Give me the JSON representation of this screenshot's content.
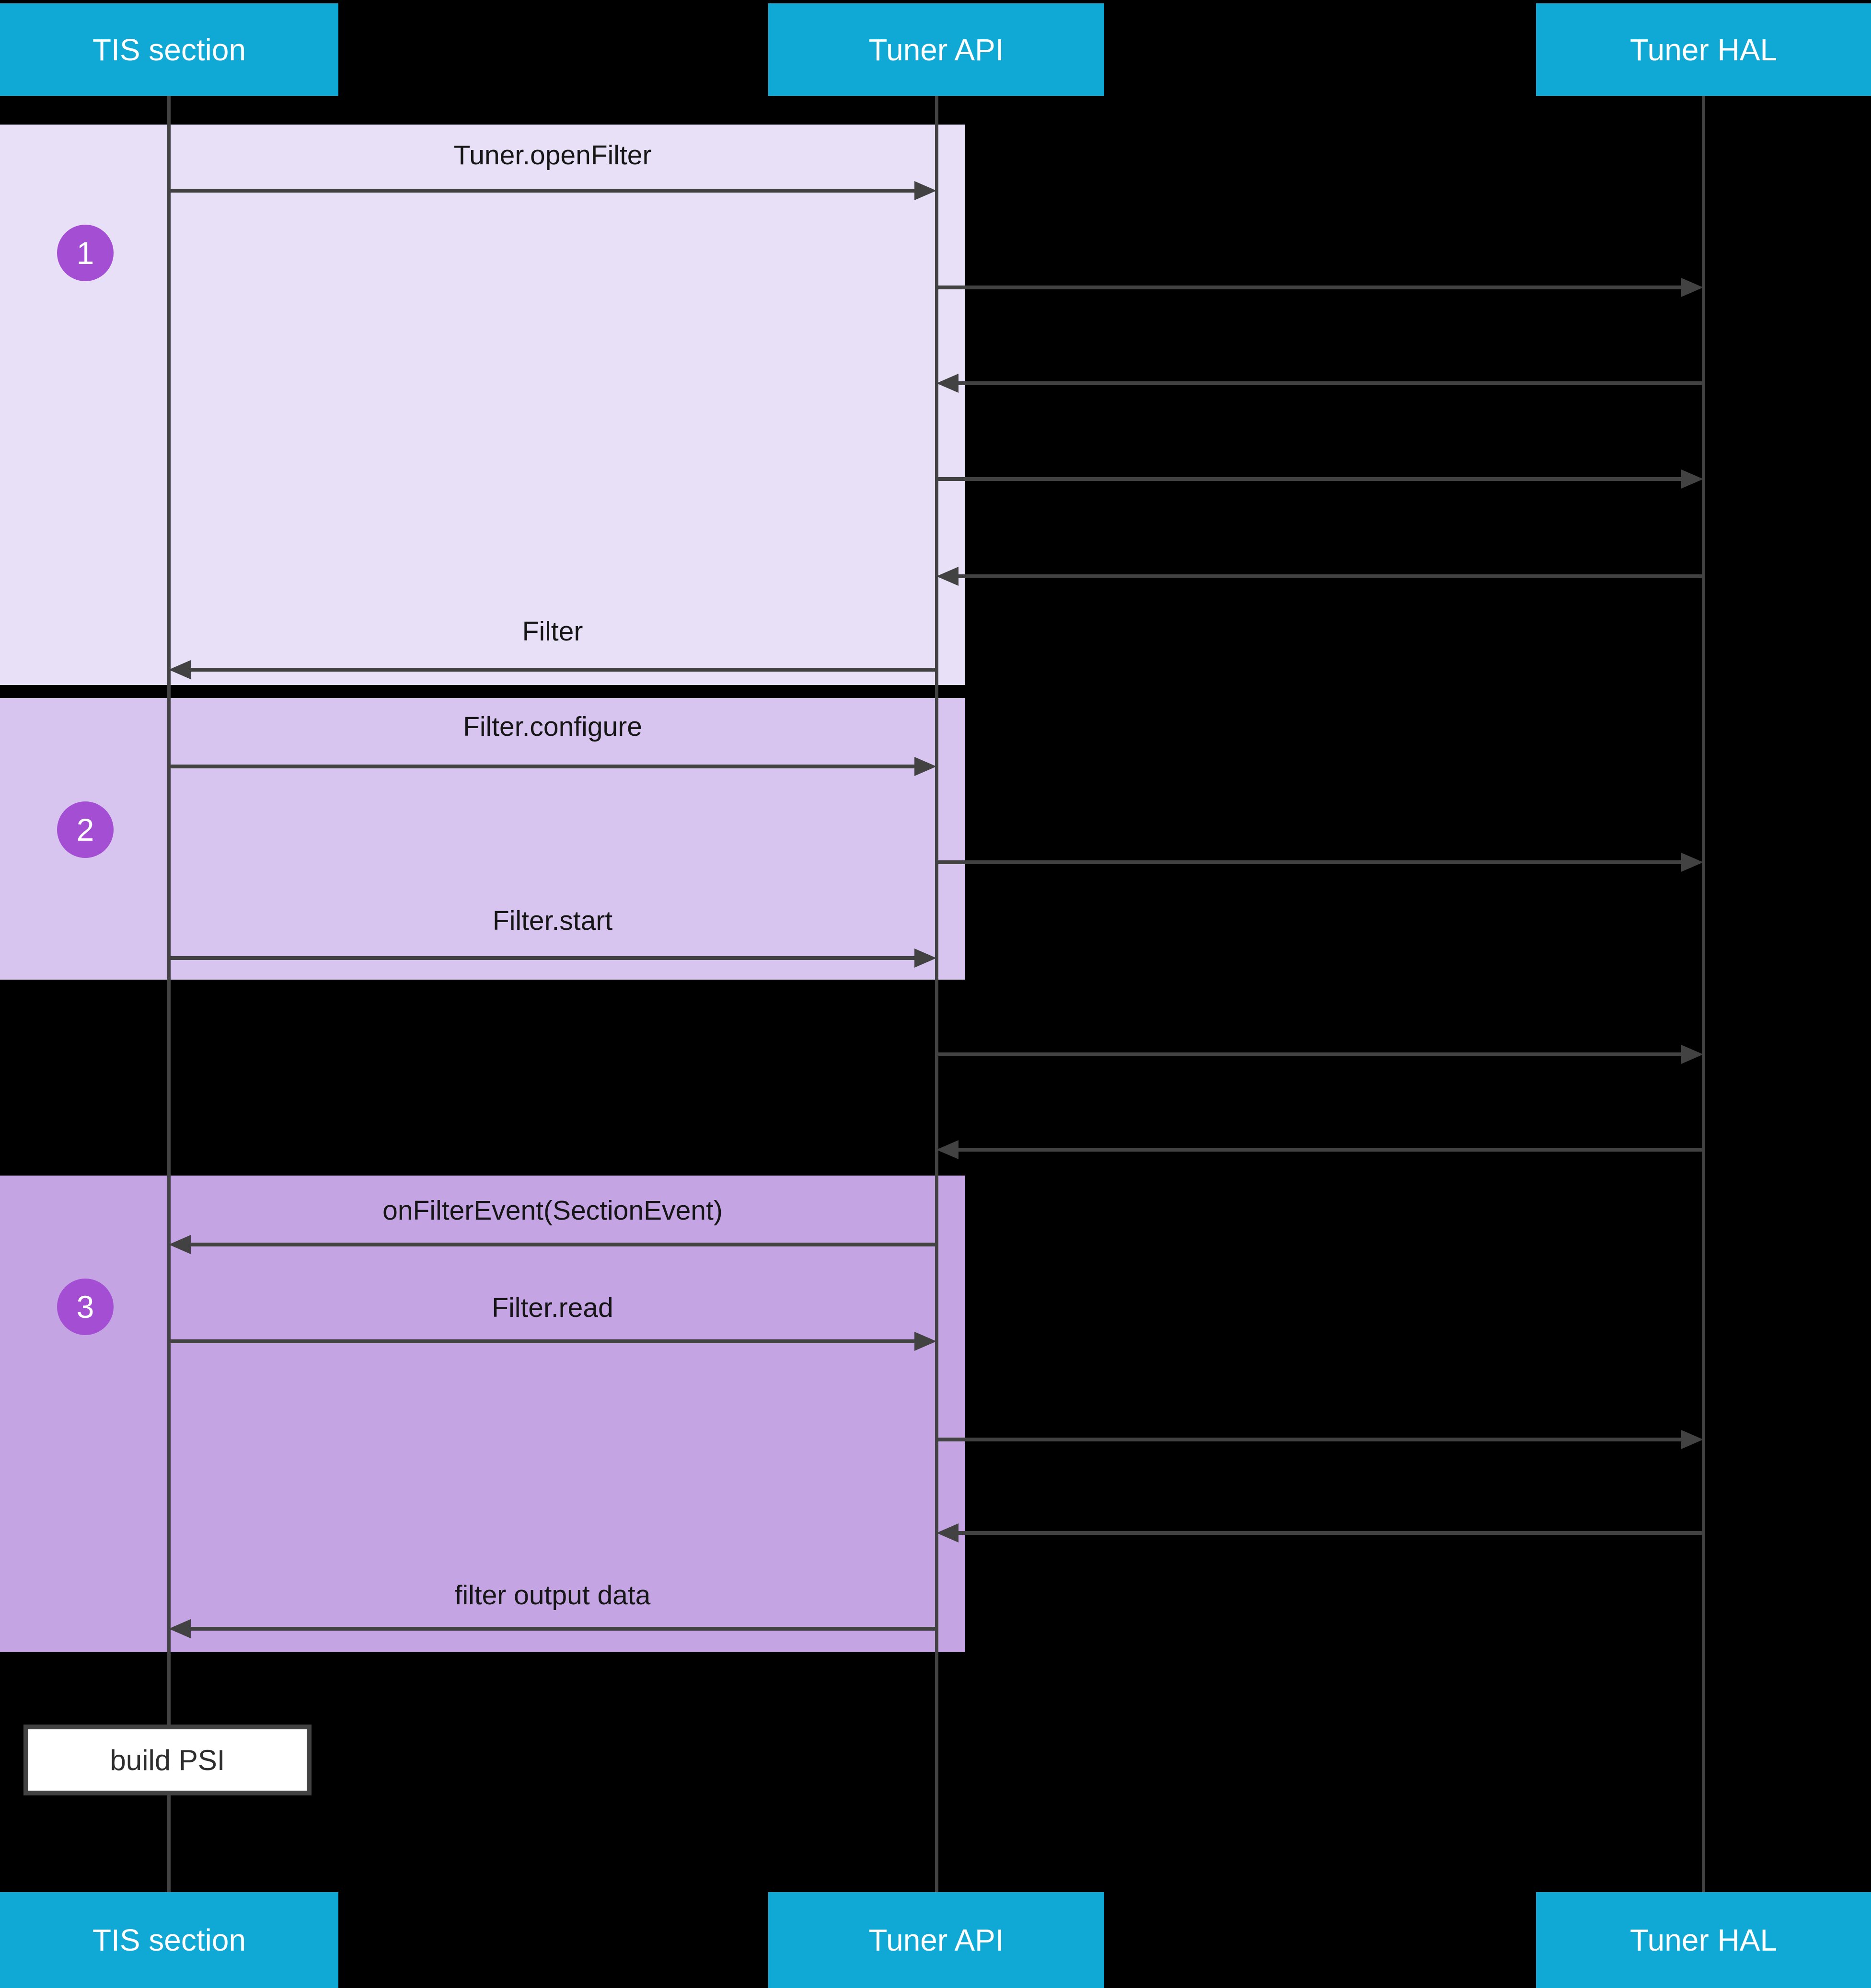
{
  "participants": [
    {
      "id": "tis",
      "label": "TIS section"
    },
    {
      "id": "api",
      "label": "Tuner API"
    },
    {
      "id": "hal",
      "label": "Tuner HAL"
    }
  ],
  "steps": [
    {
      "number": "1"
    },
    {
      "number": "2"
    },
    {
      "number": "3"
    }
  ],
  "messages": [
    {
      "label": "Tuner.openFilter",
      "from": "TIS section",
      "to": "Tuner API"
    },
    {
      "label": "",
      "from": "Tuner API",
      "to": "Tuner HAL"
    },
    {
      "label": "",
      "from": "Tuner HAL",
      "to": "Tuner API"
    },
    {
      "label": "",
      "from": "Tuner API",
      "to": "Tuner HAL"
    },
    {
      "label": "",
      "from": "Tuner HAL",
      "to": "Tuner API"
    },
    {
      "label": "Filter",
      "from": "Tuner API",
      "to": "TIS section"
    },
    {
      "label": "Filter.configure",
      "from": "TIS section",
      "to": "Tuner API"
    },
    {
      "label": "",
      "from": "Tuner API",
      "to": "Tuner HAL"
    },
    {
      "label": "Filter.start",
      "from": "TIS section",
      "to": "Tuner API"
    },
    {
      "label": "",
      "from": "Tuner API",
      "to": "Tuner HAL"
    },
    {
      "label": "",
      "from": "Tuner HAL",
      "to": "Tuner API"
    },
    {
      "label": "onFilterEvent(SectionEvent)",
      "from": "Tuner API",
      "to": "TIS section"
    },
    {
      "label": "Filter.read",
      "from": "TIS section",
      "to": "Tuner API"
    },
    {
      "label": "",
      "from": "Tuner API",
      "to": "Tuner HAL"
    },
    {
      "label": "",
      "from": "Tuner HAL",
      "to": "Tuner API"
    },
    {
      "label": "filter output data",
      "from": "Tuner API",
      "to": "TIS section"
    }
  ],
  "note": {
    "label": "build PSI"
  },
  "colors": {
    "background": "#000000",
    "header": "#10A8D5",
    "header_text": "#FFFFFF",
    "step1_box": "#E8E0F7",
    "step2_box": "#D7C4EF",
    "step3_box": "#C5A4E4",
    "badge": "#A44FD3",
    "line": "#424242",
    "label_text": "#161616",
    "note_background": "#FFFFFF"
  }
}
